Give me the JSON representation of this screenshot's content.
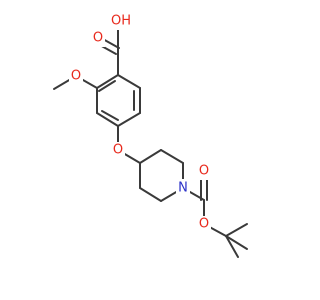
{
  "colors": {
    "bond": "#3a3a3a",
    "oxygen": "#e8291c",
    "nitrogen": "#2a30c8"
  },
  "labels": {
    "acid_hydroxyl": "OH",
    "acid_carbonyl_oxygen": "O",
    "methoxy_oxygen": "O",
    "ether_oxygen": "O",
    "ring_nitrogen": "N",
    "carbamate_carbonyl_oxygen": "O",
    "ester_oxygen": "O"
  }
}
